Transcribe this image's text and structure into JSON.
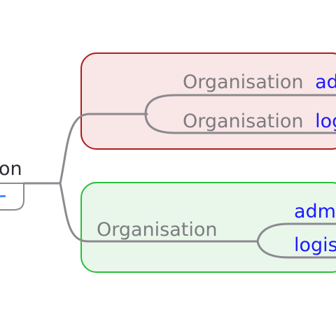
{
  "root": {
    "label_fragment": "on"
  },
  "groups": [
    {
      "id": "red",
      "fill": "#f9e6e6",
      "border": "#b11c1c",
      "lines": [
        {
          "prefix": "Organisation",
          "suffix": "ad"
        },
        {
          "prefix": "Organisation",
          "suffix": "log"
        }
      ]
    },
    {
      "id": "green",
      "fill": "#e9f7ea",
      "border": "#2bbf3a",
      "parent_label": "Organisation",
      "children": [
        {
          "label": "adm"
        },
        {
          "label": "logis"
        }
      ]
    }
  ],
  "colors": {
    "connector": "#8a8a8f",
    "text_gray": "#7b7b80",
    "text_blue": "#1a1aff",
    "root_text": "#2d2d36"
  }
}
